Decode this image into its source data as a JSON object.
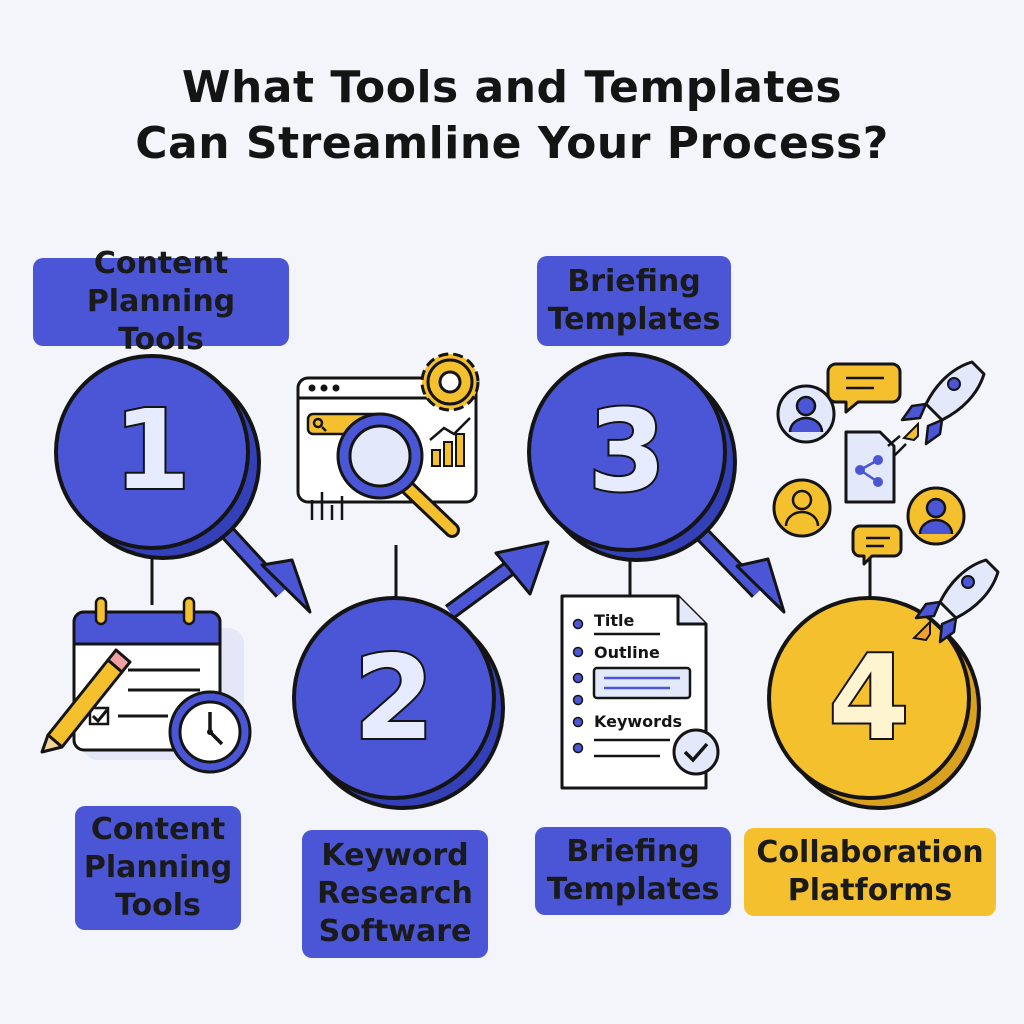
{
  "title": {
    "line1": "What Tools and Templates",
    "line2": "Can Streamline Your Process?"
  },
  "top_labels": {
    "planning": [
      "Content",
      "Planning Tools"
    ],
    "briefing": [
      "Briefing",
      "Templates"
    ]
  },
  "steps": [
    {
      "number": "1",
      "label": [
        "Content",
        "Planning",
        "Tools"
      ]
    },
    {
      "number": "2",
      "label": [
        "Keyword",
        "Research",
        "Software"
      ]
    },
    {
      "number": "3",
      "label": [
        "Briefing",
        "Templates"
      ]
    },
    {
      "number": "4",
      "label": [
        "Collaboration",
        "Platforms"
      ]
    }
  ],
  "brief_doc": {
    "lines": [
      "Title",
      "Outline",
      "Keywords"
    ]
  },
  "colors": {
    "blue": "#4a56d6",
    "yellow": "#f5c02e",
    "background": "#f3f5fb",
    "ink": "#141414"
  }
}
